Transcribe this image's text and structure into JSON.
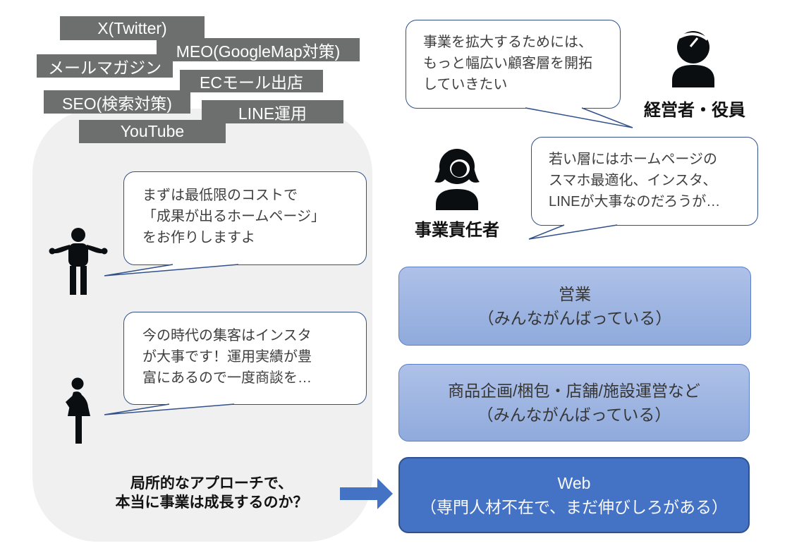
{
  "colors": {
    "accent_blue": "#4472c4",
    "dark_box_border": "#2f528f",
    "light_box_fill": "#8faadc",
    "light_box_border": "#5b7ec6",
    "tag_gray": "#6d6f6f",
    "bubble_border": "#31508a",
    "panel_gray": "#f0f0f1"
  },
  "tags": [
    "X(Twitter)",
    "MEO(GoogleMap対策)",
    "メールマガジン",
    "ECモール出店",
    "SEO(検索対策)",
    "LINE運用",
    "YouTube"
  ],
  "left": {
    "pitch1": {
      "lines": [
        "まずは最低限のコストで",
        "「成果が出るホームページ」",
        "をお作りしますよ"
      ]
    },
    "pitch2": {
      "lines": [
        "今の時代の集客はインスタ",
        "が大事です！運用実績が豊",
        "富にあるので一度商談を…"
      ]
    },
    "question": {
      "lines": [
        "局所的なアプローチで、",
        "本当に事業は成長するのか？"
      ]
    }
  },
  "right": {
    "executive": {
      "label": "経営者・役員",
      "lines": [
        "事業を拡大するためには、",
        "もっと幅広い顧客層を開拓",
        "していきたい"
      ]
    },
    "manager": {
      "label": "事業責任者",
      "lines": [
        "若い層にはホームページの",
        "スマホ最適化、インスタ、",
        "LINEが大事なのだろうが…"
      ]
    },
    "boxes": [
      {
        "name": "sales",
        "line1": "営業",
        "line2": "（みんながんばっている）"
      },
      {
        "name": "operations",
        "line1": "商品企画/梱包・店舗/施設運営など",
        "line2": "（みんながんばっている）"
      },
      {
        "name": "web",
        "line1": "Web",
        "line2": "（専門人材不在で、まだ伸びしろがある）"
      }
    ]
  },
  "icons": {
    "executive": "businessman-bust-icon",
    "manager": "businesswoman-bust-icon",
    "vendor1": "shrugging-man-icon",
    "vendor2": "standing-woman-icon",
    "flow": "right-arrow-icon"
  }
}
